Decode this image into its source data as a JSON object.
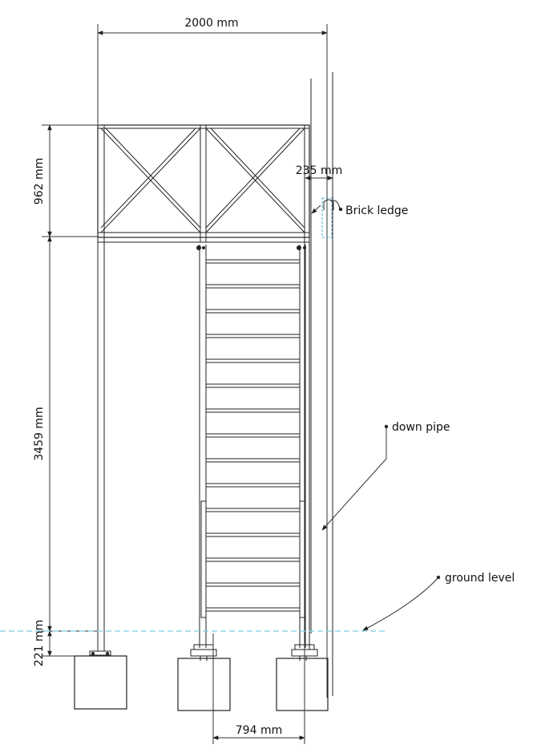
{
  "dimensions": {
    "top_width": "2000 mm",
    "frame_height": "962 mm",
    "ledge_offset": "235 mm",
    "ladder_height": "3459 mm",
    "footing_height": "221 mm",
    "footing_spacing": "794 mm"
  },
  "annotations": {
    "brick_ledge": "Brick ledge",
    "down_pipe": "down pipe",
    "ground_level": "ground level"
  },
  "colors": {
    "line": "#222222",
    "ground_line": "#7fcfe8",
    "ledge_outline": "#4aa8d8"
  }
}
